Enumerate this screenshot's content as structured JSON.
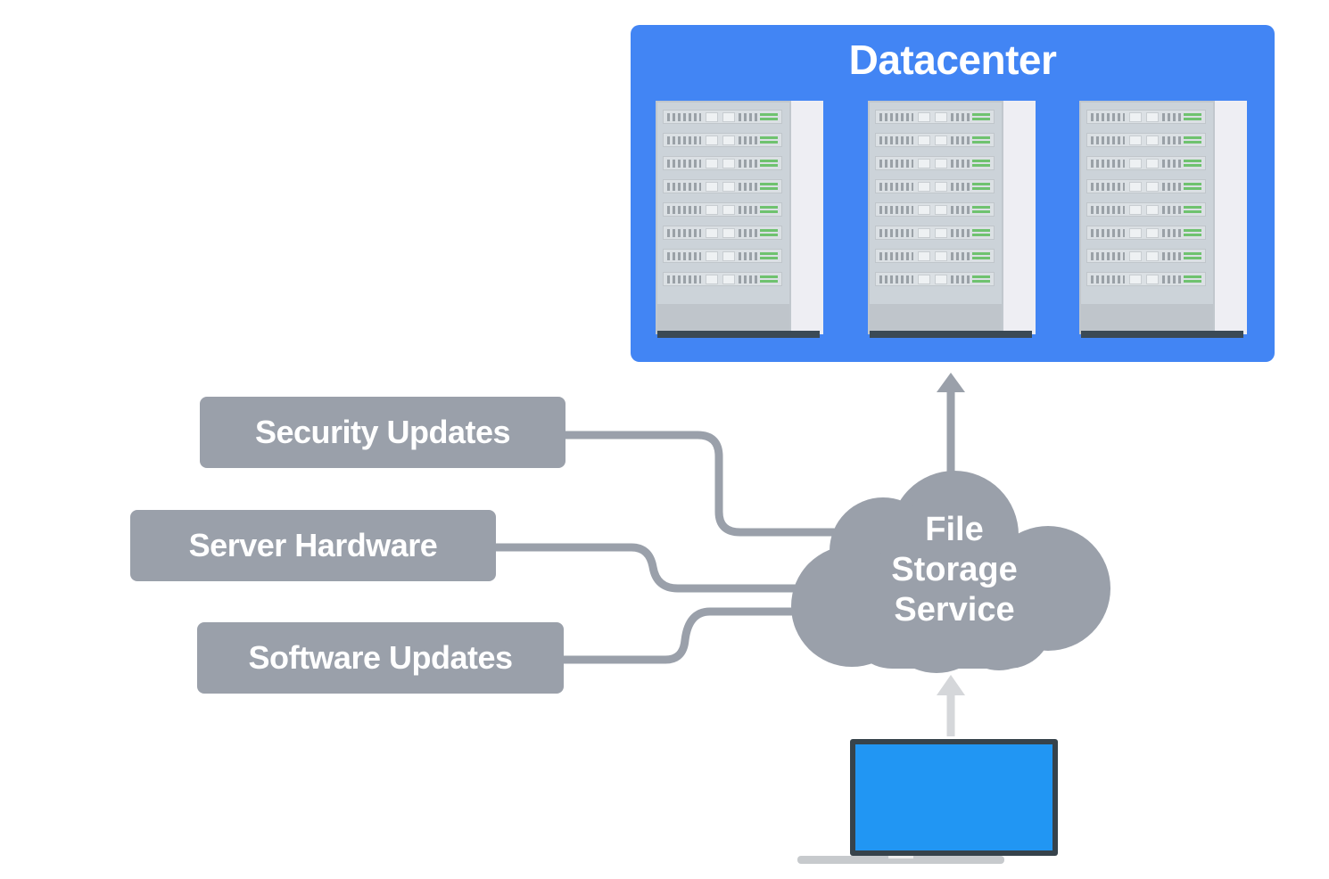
{
  "diagram": {
    "datacenter": {
      "title": "Datacenter",
      "racks": 3,
      "units_per_rack": 8,
      "color": "#4285f4"
    },
    "cloud": {
      "label_lines": [
        "File",
        "Storage",
        "Service"
      ],
      "color": "#9aa0aa"
    },
    "responsibilities": [
      {
        "label": "Security Updates"
      },
      {
        "label": "Server Hardware"
      },
      {
        "label": "Software Updates"
      }
    ],
    "client": {
      "icon": "laptop-icon",
      "screen_color": "#2196f3"
    },
    "edges": [
      {
        "from": "Security Updates",
        "to": "File Storage Service"
      },
      {
        "from": "Server Hardware",
        "to": "File Storage Service"
      },
      {
        "from": "Software Updates",
        "to": "File Storage Service"
      },
      {
        "from": "File Storage Service",
        "to": "Datacenter",
        "arrow": true
      },
      {
        "from": "laptop",
        "to": "File Storage Service",
        "arrow": true
      }
    ]
  }
}
